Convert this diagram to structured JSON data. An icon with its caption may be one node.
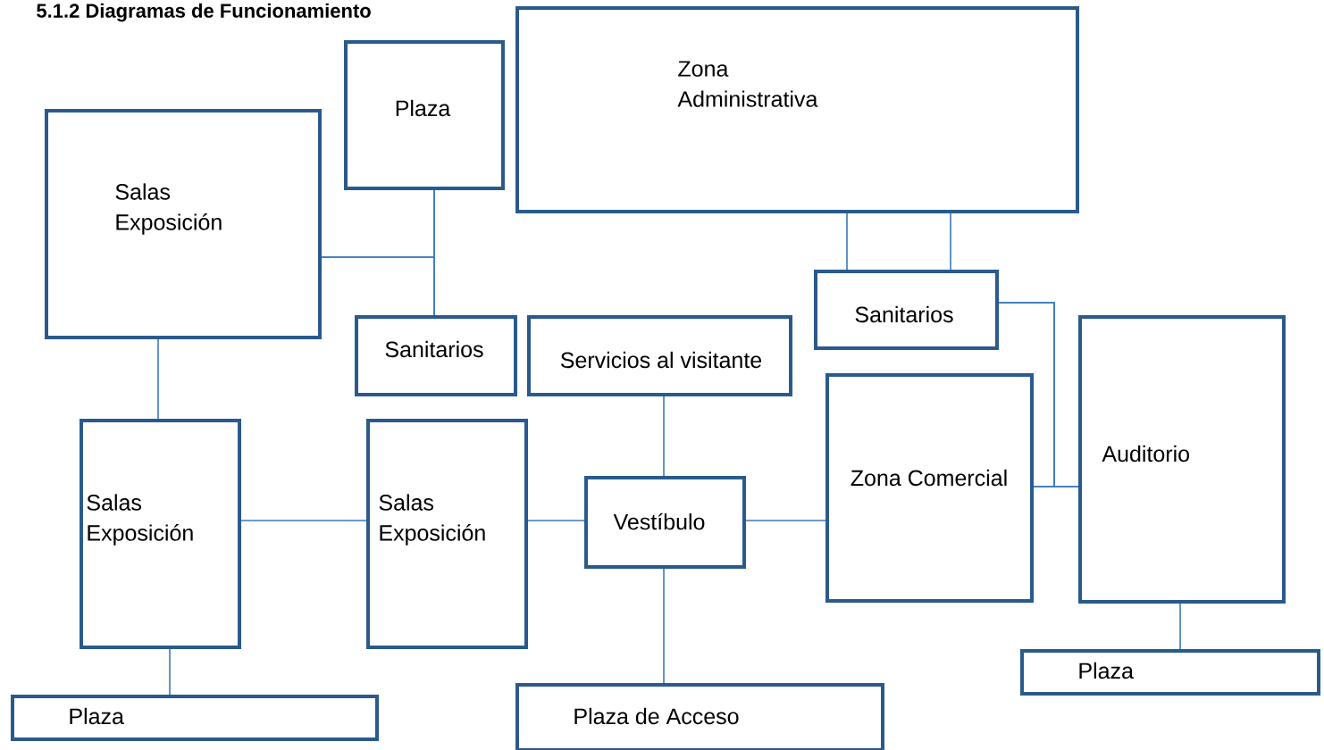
{
  "diagram": {
    "title": "5.1.2 Diagramas de Funcionamiento",
    "nodes": [
      {
        "text": [
          "Plaza"
        ]
      },
      {
        "text": [
          "Zona Administrativa"
        ]
      },
      {
        "text": [
          "Salas Exposición"
        ]
      },
      {
        "text": [
          "Sanitarios"
        ]
      },
      {
        "text": [
          "Servicios al visitante"
        ]
      },
      {
        "text": [
          "Sanitarios"
        ]
      },
      {
        "text": [
          "Zona  Comercial"
        ]
      },
      {
        "text": [
          "Auditorio"
        ]
      },
      {
        "text": [
          "Salas Exposición"
        ]
      },
      {
        "text": [
          "Salas Exposición"
        ]
      },
      {
        "text": [
          "Vestíbulo"
        ]
      },
      {
        "text": [
          "Plaza"
        ]
      },
      {
        "text": [
          "Plaza de Acceso"
        ]
      },
      {
        "text": [
          "Plaza"
        ]
      }
    ],
    "edges": [
      {
        "from": 0,
        "to": 3,
        "arrow": "none"
      },
      {
        "from": 2,
        "to": 0,
        "arrow": "none"
      },
      {
        "from": 2,
        "to": 3,
        "arrow": "none"
      },
      {
        "from": 1,
        "to": 5,
        "arrow": "none"
      },
      {
        "from": 1,
        "to": 5,
        "arrow": "none"
      },
      {
        "from": 5,
        "to": 7,
        "arrow": "none"
      },
      {
        "from": 6,
        "to": 7,
        "arrow": "none"
      },
      {
        "from": 5,
        "to": 6,
        "arrow": "none"
      },
      {
        "from": 2,
        "to": 8,
        "arrow": "none"
      },
      {
        "from": 8,
        "to": 9,
        "arrow": "none"
      },
      {
        "from": 9,
        "to": 10,
        "arrow": "none"
      },
      {
        "from": 4,
        "to": 10,
        "arrow": "none"
      },
      {
        "from": 10,
        "to": 6,
        "arrow": "none"
      },
      {
        "from": 10,
        "to": 12,
        "arrow": "none"
      },
      {
        "from": 8,
        "to": 11,
        "arrow": "none"
      },
      {
        "from": 7,
        "to": 13,
        "arrow": "none"
      }
    ]
  }
}
